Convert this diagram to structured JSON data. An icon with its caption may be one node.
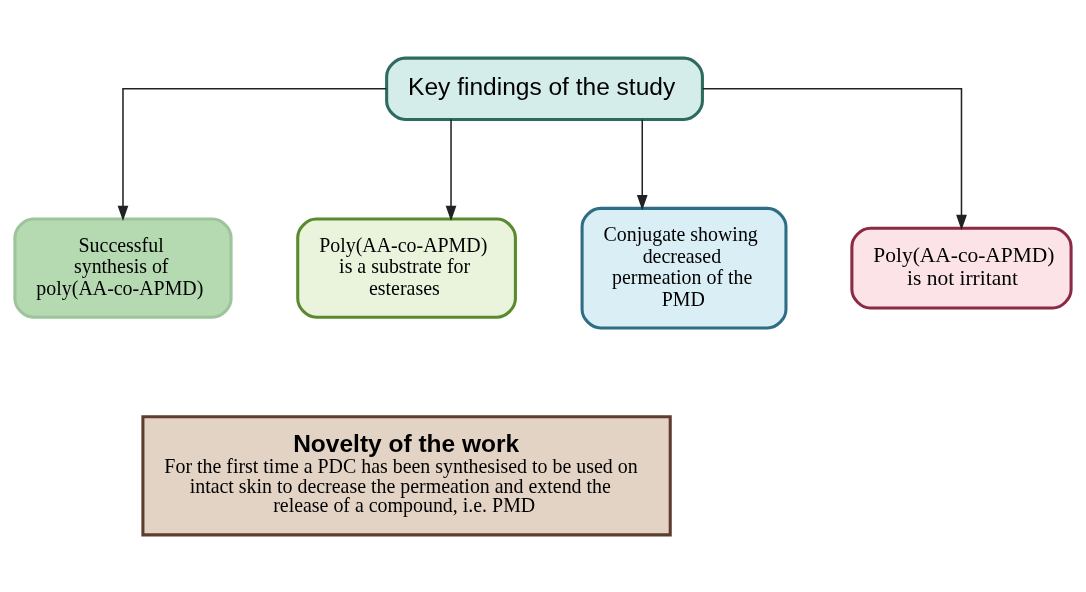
{
  "diagram": {
    "nodes": [
      {
        "text": [
          "Key findings of the study"
        ]
      },
      {
        "text": [
          "Successful synthesis of poly(AA-co-APMD)"
        ]
      },
      {
        "text": [
          "Poly(AA-co-APMD) is a substrate for esterases"
        ]
      },
      {
        "text": [
          "Conjugate showing decreased permeation of the PMD"
        ]
      },
      {
        "text": [
          "Poly(AA-co-APMD) is not irritant"
        ]
      },
      {
        "text": [
          "Novelty of the work",
          "For the first time a PDC has been synthesised to be used on intact skin to decrease the permeation and extend the release of a compound, i.e. PMD"
        ]
      }
    ],
    "edges": [
      {
        "from": 0,
        "to": 1,
        "arrow": "to"
      },
      {
        "from": 0,
        "to": 2,
        "arrow": "to"
      },
      {
        "from": 0,
        "to": 3,
        "arrow": "to"
      },
      {
        "from": 0,
        "to": 4,
        "arrow": "to"
      }
    ]
  }
}
